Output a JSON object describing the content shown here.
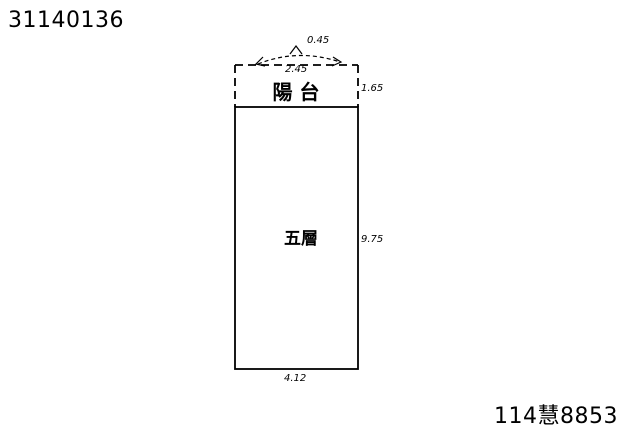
{
  "header": {
    "doc_number": "31140136"
  },
  "footer": {
    "ref_number": "114慧8853"
  },
  "floor_plan": {
    "balcony": {
      "label": "陽 台",
      "width_dim": "2.45",
      "offset_dim": "0.45",
      "depth_dim": "1.65"
    },
    "main_room": {
      "label": "五層",
      "depth_dim": "9.75",
      "width_dim": "4.12"
    }
  },
  "colors": {
    "ink": "#000000",
    "background": "#ffffff"
  }
}
